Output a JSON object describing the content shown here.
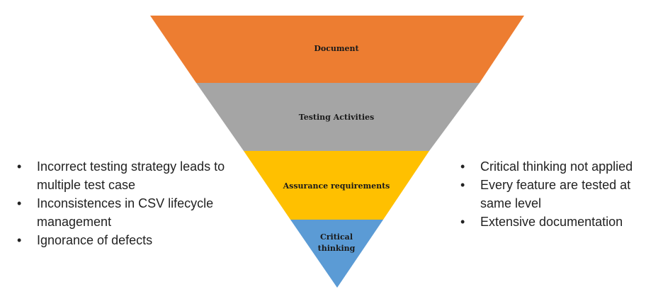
{
  "funnel": {
    "segments": [
      {
        "label": "Document",
        "color": "#ED7D31"
      },
      {
        "label": "Testing Activities",
        "color": "#A5A5A5"
      },
      {
        "label": "Assurance requirements",
        "color": "#FFC000"
      },
      {
        "label_lines": [
          "Critical",
          "thinking"
        ],
        "color": "#5B9BD5"
      }
    ]
  },
  "left_list": [
    "Incorrect testing strategy leads to multiple test case",
    "Inconsistences in CSV lifecycle management",
    "Ignorance of defects"
  ],
  "right_list": [
    "Critical thinking not applied",
    "Every feature are tested at same level",
    "Extensive  documentation"
  ]
}
